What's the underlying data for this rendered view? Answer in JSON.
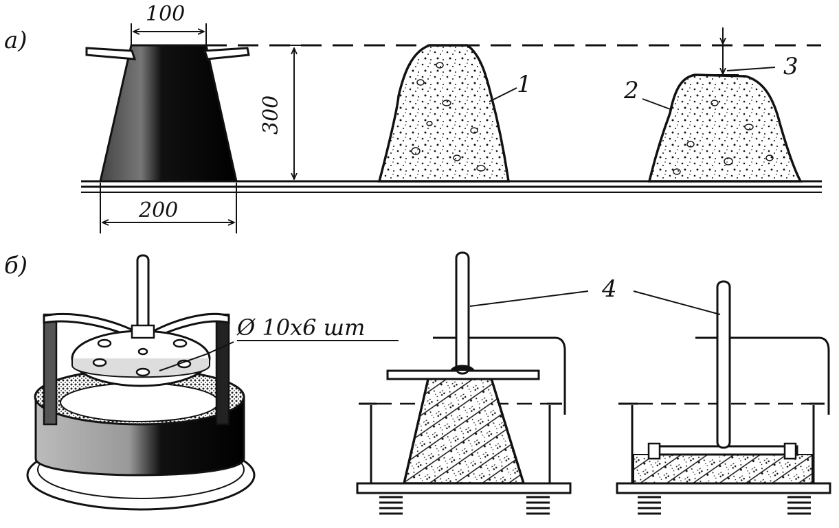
{
  "panels": {
    "a": {
      "label": "а)"
    },
    "b": {
      "label": "б)"
    }
  },
  "dimensions": {
    "top_width": "100",
    "bottom_width": "200",
    "height": "300"
  },
  "callouts": {
    "c1": "1",
    "c2": "2",
    "c3": "3",
    "c4": "4"
  },
  "holes_note": "Ø 10х6 шт",
  "colors": {
    "ink": "#111111",
    "paper": "#ffffff"
  }
}
